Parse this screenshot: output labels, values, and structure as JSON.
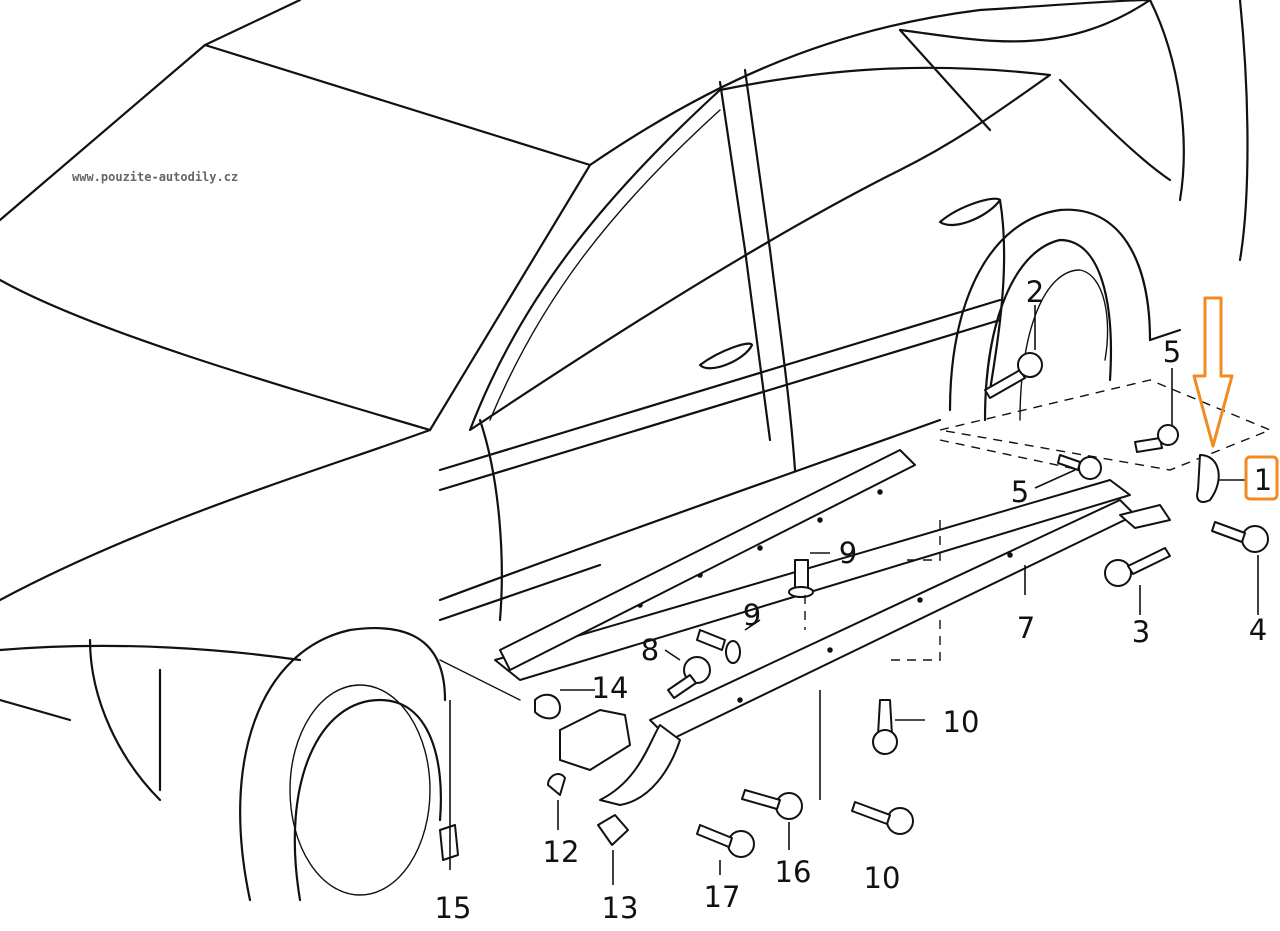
{
  "watermark": "www.pouzite-autodily.cz",
  "highlight": {
    "part": "1",
    "color": "#f28a20"
  },
  "callouts": [
    {
      "id": "1",
      "text": "1"
    },
    {
      "id": "2",
      "text": "2"
    },
    {
      "id": "3",
      "text": "3"
    },
    {
      "id": "4",
      "text": "4"
    },
    {
      "id": "5a",
      "text": "5"
    },
    {
      "id": "5b",
      "text": "5"
    },
    {
      "id": "7",
      "text": "7"
    },
    {
      "id": "8",
      "text": "8"
    },
    {
      "id": "9a",
      "text": "9"
    },
    {
      "id": "9b",
      "text": "9"
    },
    {
      "id": "10a",
      "text": "10"
    },
    {
      "id": "10b",
      "text": "10"
    },
    {
      "id": "12",
      "text": "12"
    },
    {
      "id": "13",
      "text": "13"
    },
    {
      "id": "14",
      "text": "14"
    },
    {
      "id": "15",
      "text": "15"
    },
    {
      "id": "16",
      "text": "16"
    },
    {
      "id": "17",
      "text": "17"
    }
  ]
}
